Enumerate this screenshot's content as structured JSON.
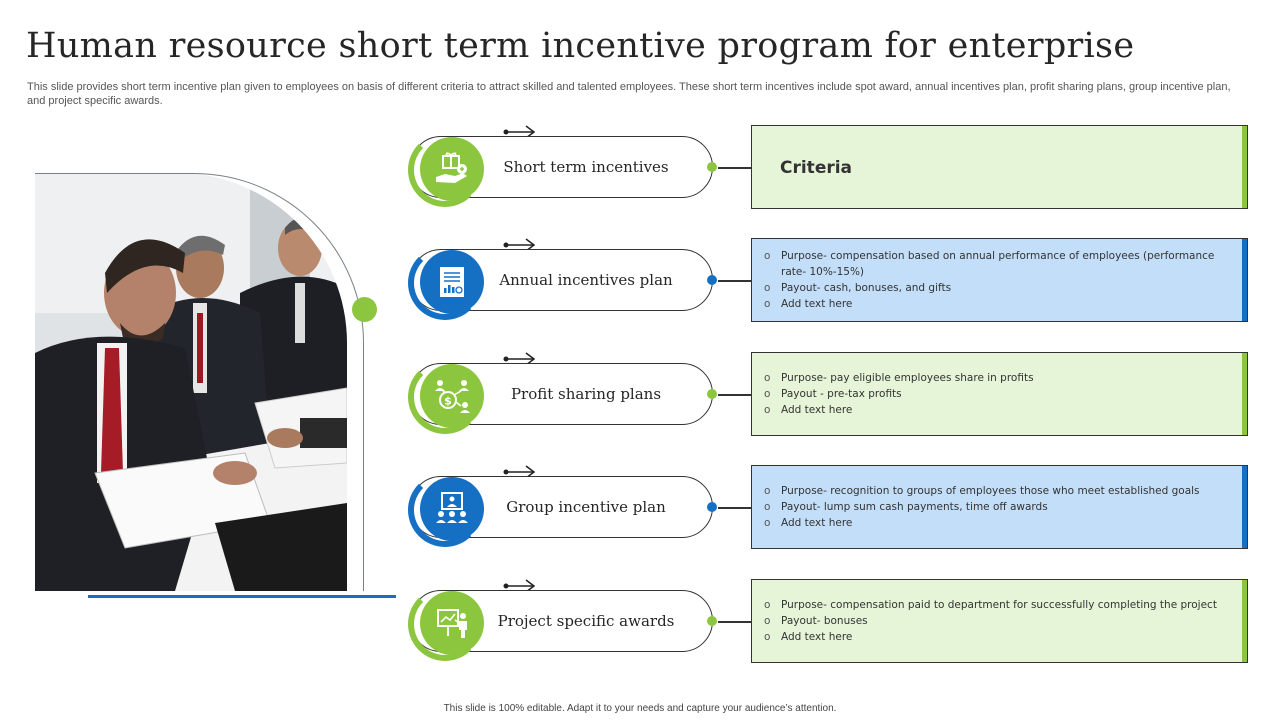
{
  "slide": {
    "title": "Human resource short term incentive program for enterprise",
    "subtitle": "This slide provides short term incentive plan given to employees on basis of different criteria to attract skilled and talented employees. These short term incentives include spot award, annual incentives plan, profit sharing plans, group incentive plan, and project specific awards.",
    "footer": "This slide is 100% editable. Adapt it to your needs and capture your audience’s attention."
  },
  "colors": {
    "green": "#8cc63f",
    "blue": "#1570c4",
    "light_green": "#e6f4d8",
    "light_blue": "#c3def9"
  },
  "stages": [
    {
      "label": "Short term incentives",
      "icon": "gift-hand-icon",
      "color": "green"
    },
    {
      "label": "Annual incentives plan",
      "icon": "report-document-icon",
      "color": "blue"
    },
    {
      "label": "Profit sharing plans",
      "icon": "profit-sharing-network-icon",
      "color": "green"
    },
    {
      "label": "Group incentive plan",
      "icon": "group-presentation-icon",
      "color": "blue"
    },
    {
      "label": "Project specific awards",
      "icon": "presenter-board-icon",
      "color": "green"
    }
  ],
  "criteria_header": "Criteria",
  "criteria": [
    {
      "bullet": "o",
      "items": [
        "Purpose- compensation based on annual performance of employees (performance rate- 10%-15%)",
        "Payout- cash, bonuses, and gifts",
        "Add text here"
      ]
    },
    {
      "bullet": "o",
      "items": [
        "Purpose- pay eligible employees share in profits",
        "Payout - pre-tax profits",
        "Add text here"
      ]
    },
    {
      "bullet": "o",
      "items": [
        "Purpose- recognition to groups of employees those who meet  established goals",
        "Payout- lump sum cash payments, time off awards",
        "Add text here"
      ]
    },
    {
      "bullet": "o",
      "items": [
        "Purpose- compensation paid to department  for successfully completing the project",
        "Payout- bonuses",
        "Add text here"
      ]
    }
  ]
}
